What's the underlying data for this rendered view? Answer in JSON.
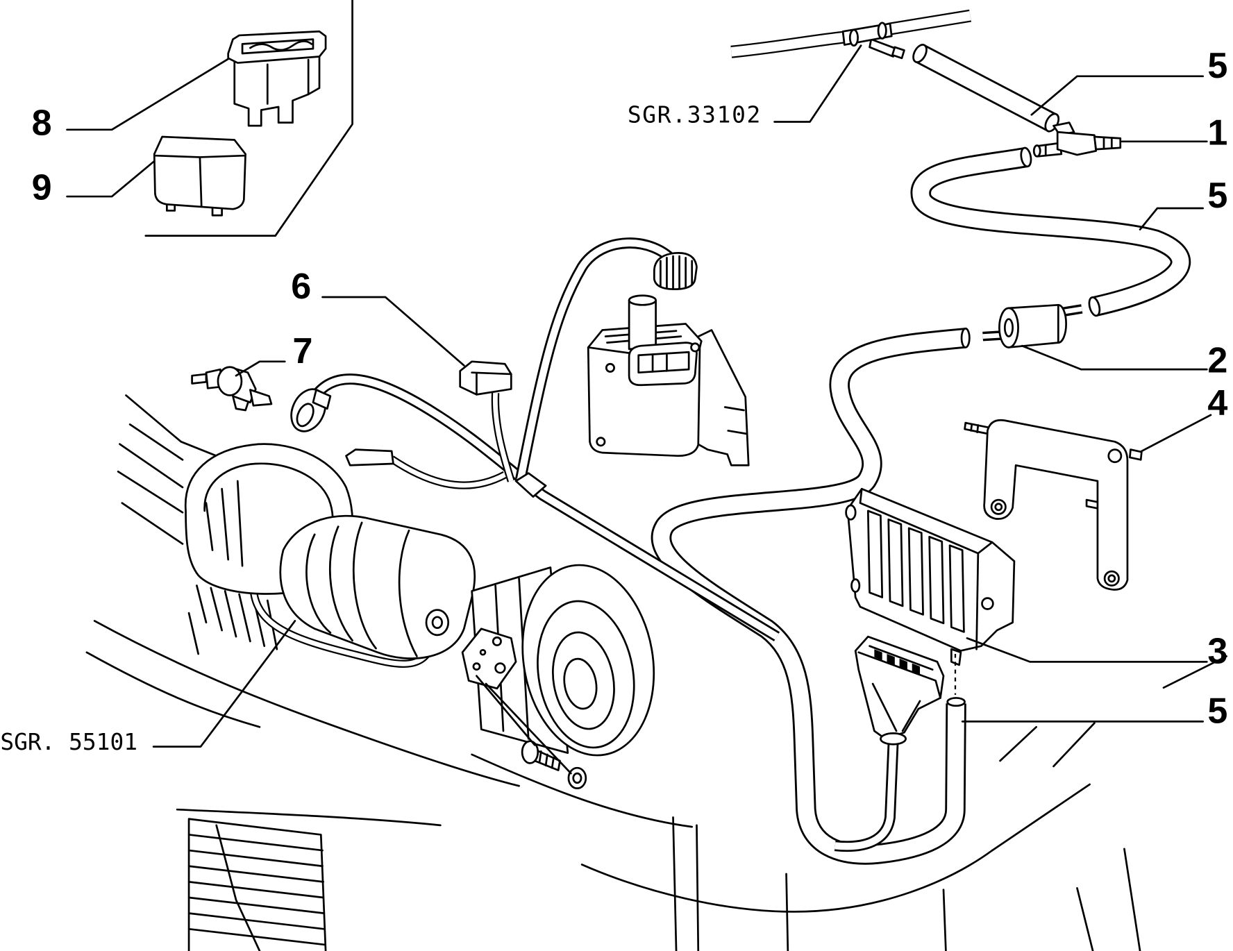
{
  "callout_numbers": [
    "8",
    "9",
    "6",
    "7",
    "5",
    "1",
    "5",
    "2",
    "4",
    "3",
    "5"
  ],
  "reference_codes": [
    "SGR.33102",
    "SGR. 55101"
  ]
}
